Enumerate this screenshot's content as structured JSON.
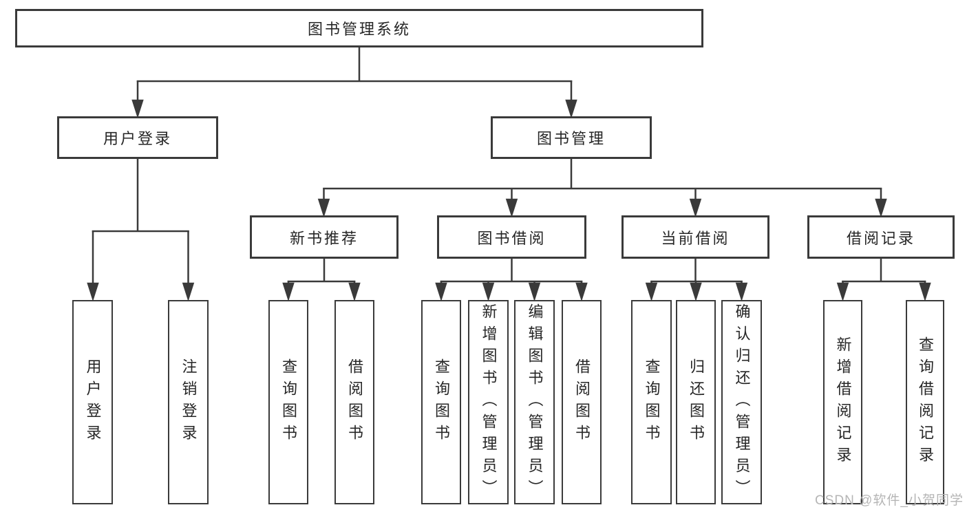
{
  "diagram": {
    "root": {
      "label": "图书管理系统"
    },
    "branches": [
      {
        "label": "用户登录",
        "children": [
          "用户登录",
          "注销登录"
        ]
      },
      {
        "label": "图书管理",
        "children": [
          {
            "label": "新书推荐",
            "children": [
              "查询图书",
              "借阅图书"
            ]
          },
          {
            "label": "图书借阅",
            "children": [
              "查询图书",
              "新增图书（管理员）",
              "编辑图书（管理员）",
              "借阅图书"
            ]
          },
          {
            "label": "当前借阅",
            "children": [
              "查询图书",
              "归还图书",
              "确认归还（管理员）"
            ]
          },
          {
            "label": "借阅记录",
            "children": [
              "新增借阅记录",
              "查询借阅记录"
            ]
          }
        ]
      }
    ],
    "watermark": "CSDN @软件_小贺同学",
    "colors": {
      "line": "#3a3a3a",
      "box_border": "#3a3a3a",
      "text": "#262626",
      "watermark": "#b5b5b5",
      "background": "#ffffff"
    }
  }
}
